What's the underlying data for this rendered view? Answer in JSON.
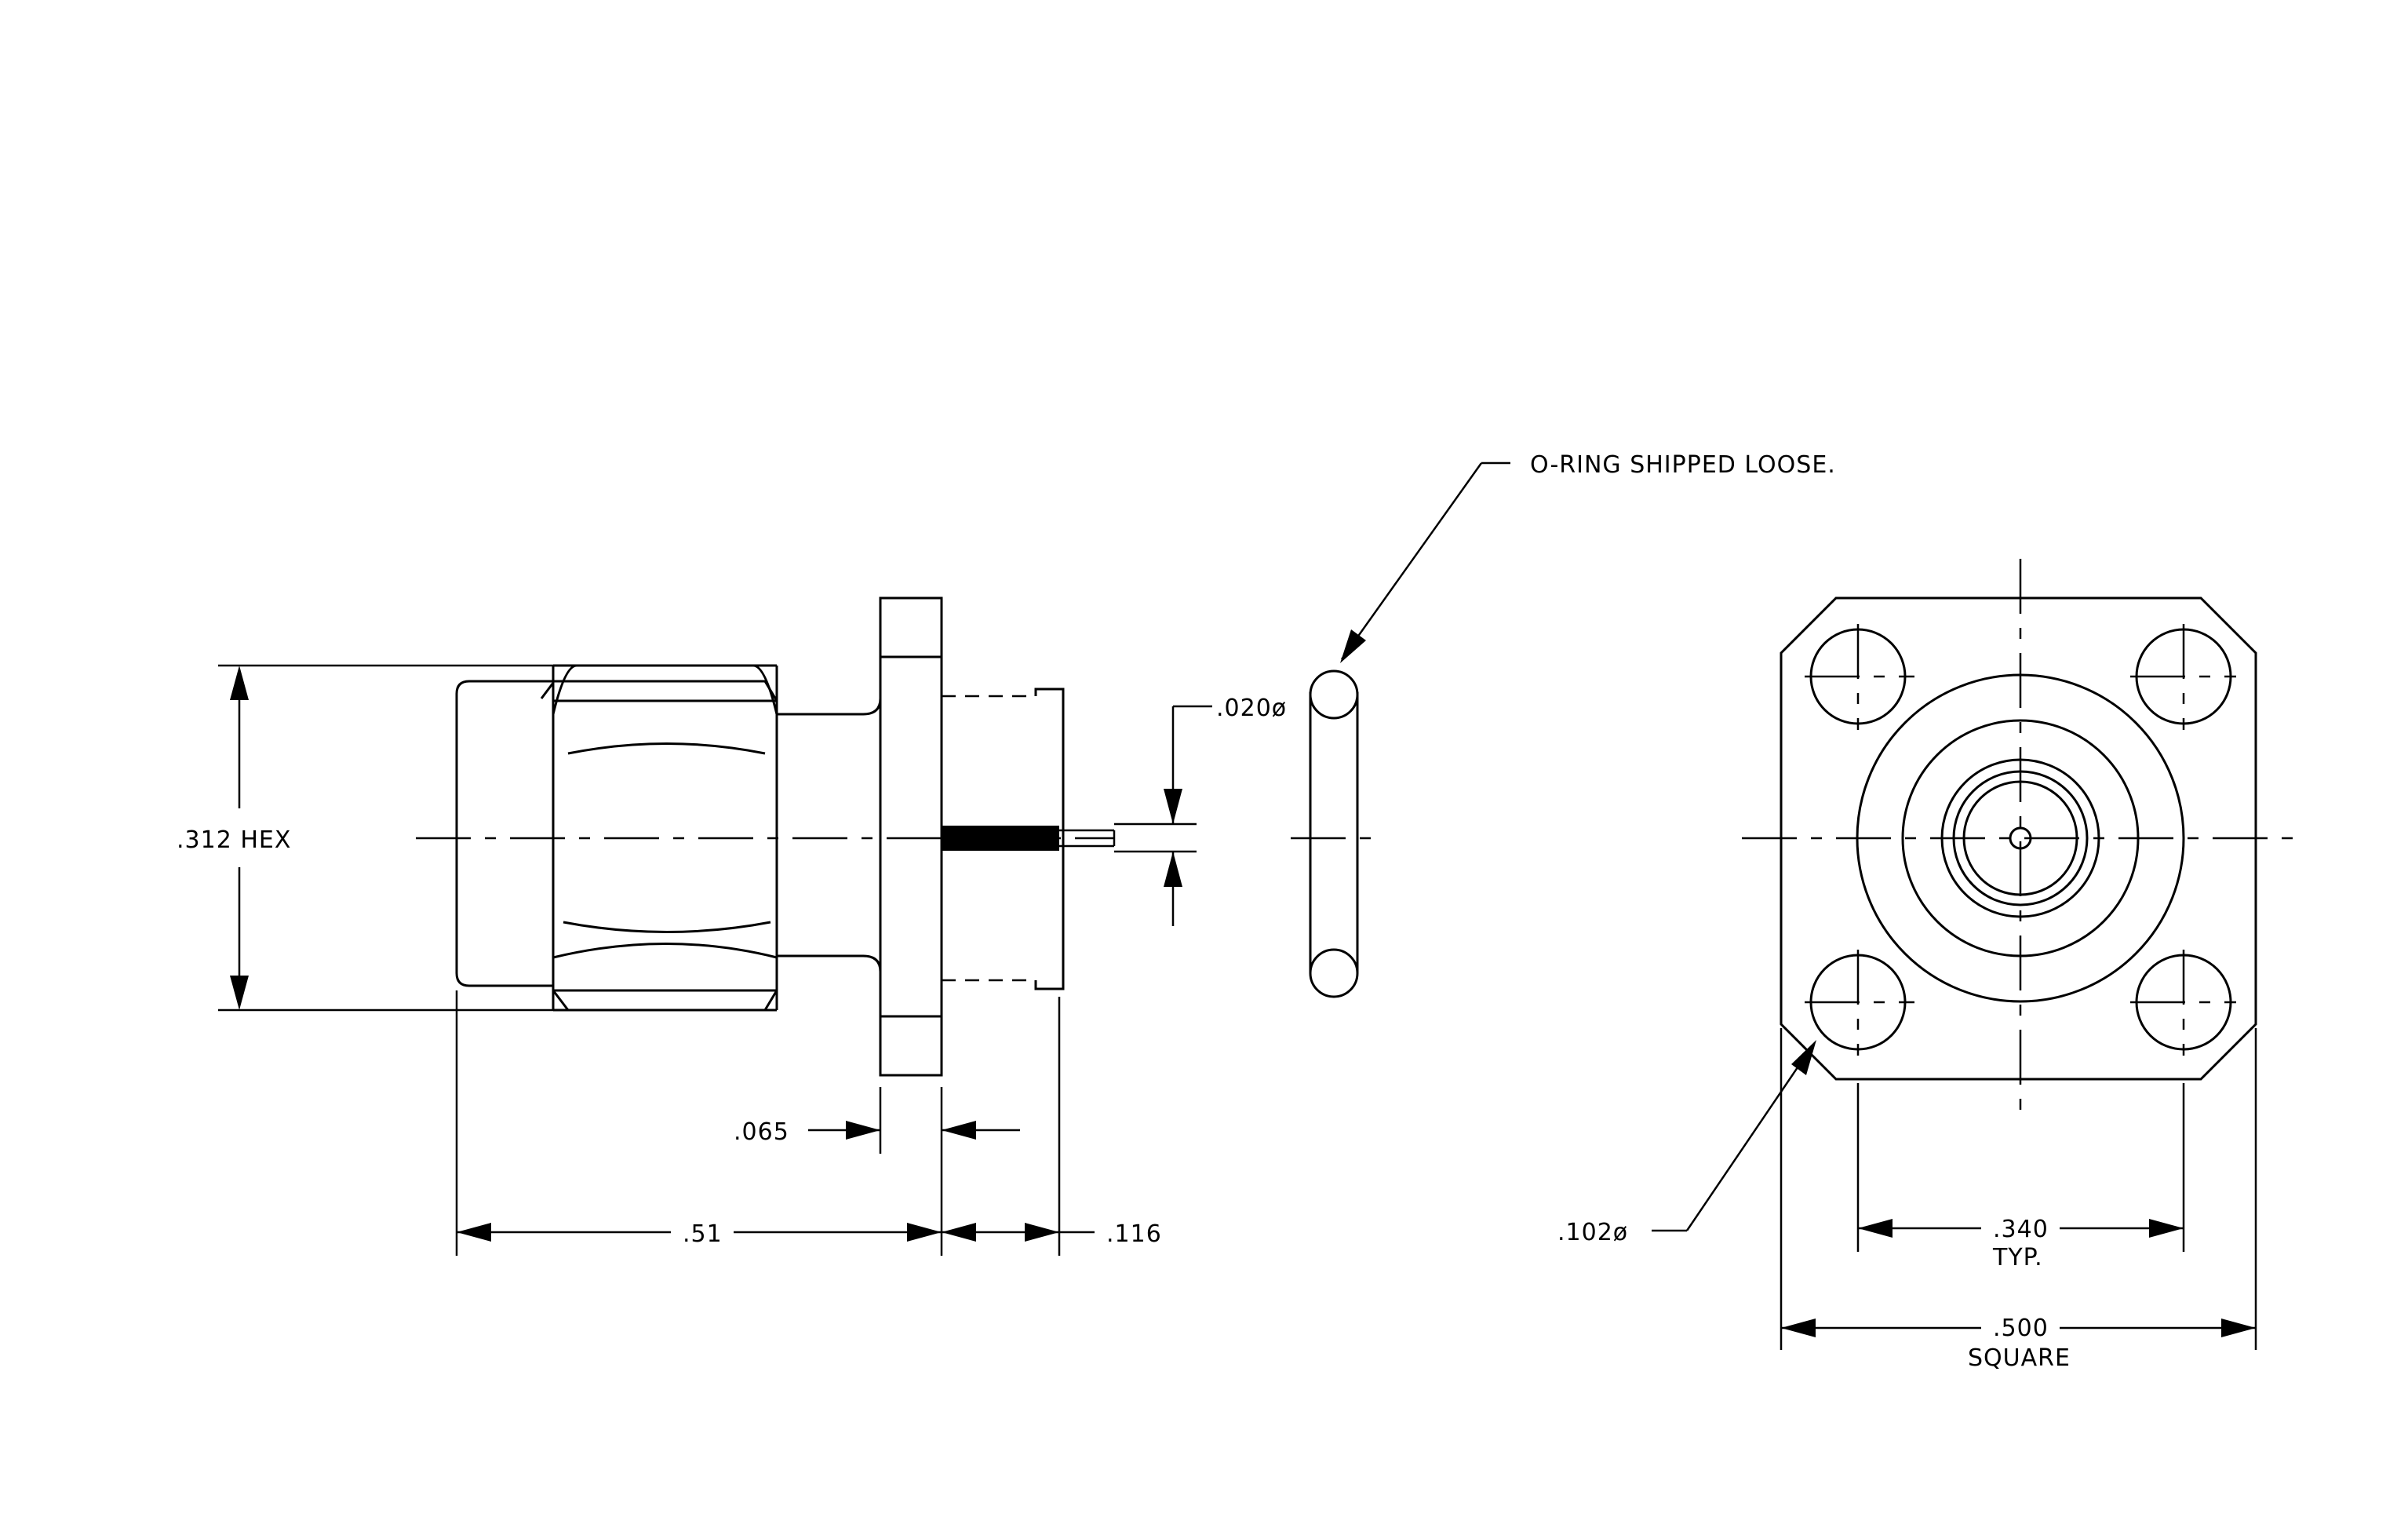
{
  "drawing": {
    "annotations": {
      "hex_dim": ".312  HEX",
      "pin_dia": ".020ø",
      "oring_note": "O-RING SHIPPED LOOSE.",
      "flange_thk": ".065",
      "overall_len": ".51",
      "pin_len": ".116",
      "hole_dia": ".102ø",
      "hole_spacing": ".340",
      "hole_spacing_note": "TYP.",
      "flange_size": ".500",
      "flange_size_note": "SQUARE"
    }
  }
}
